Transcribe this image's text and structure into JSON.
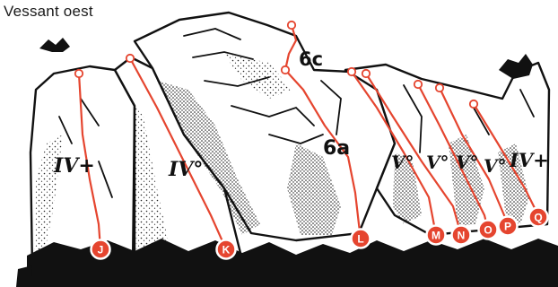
{
  "title": "Vessant oest",
  "colors": {
    "route": "#e5452f",
    "badge": "#e5452f",
    "ink": "#111111"
  },
  "routes": [
    {
      "label": "J",
      "grade": "IV+"
    },
    {
      "label": "K",
      "grade": "IV°"
    },
    {
      "label": "L",
      "grade": "6a",
      "upper_grade": "6c"
    },
    {
      "label": "M",
      "grade": "V°"
    },
    {
      "label": "N",
      "grade": "V°"
    },
    {
      "label": "O",
      "grade": "V°"
    },
    {
      "label": "P",
      "grade": "V°"
    },
    {
      "label": "Q",
      "grade": "IV+"
    }
  ]
}
